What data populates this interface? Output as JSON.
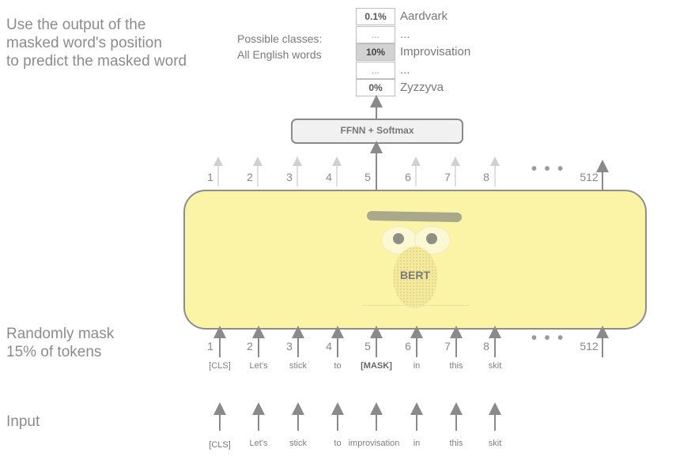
{
  "captions": {
    "top": "Use the output of the\nmasked word's position\nto predict the masked word",
    "mask": "Randomly mask\n15% of tokens",
    "input": "Input"
  },
  "classes_label": "Possible classes:\nAll English words",
  "output_probs": [
    {
      "prob": "0.1%",
      "word": "Aardvark"
    },
    {
      "prob": "...",
      "word": "..."
    },
    {
      "prob": "10%",
      "word": "Improvisation"
    },
    {
      "prob": "...",
      "word": "..."
    },
    {
      "prob": "0%",
      "word": "Zyzzyva"
    }
  ],
  "ffnn_label": "FFNN + Softmax",
  "model_label": "BERT",
  "positions": [
    "1",
    "2",
    "3",
    "4",
    "5",
    "6",
    "7",
    "8"
  ],
  "ellipsis": "• • •",
  "last_position": "512",
  "masked_tokens": [
    "[CLS]",
    "Let's",
    "stick",
    "to",
    "[MASK]",
    "in",
    "this",
    "skit"
  ],
  "input_tokens": [
    "[CLS]",
    "Let's",
    "stick",
    "to",
    "improvisation",
    "in",
    "this",
    "skit"
  ],
  "colors": {
    "model_fill": "#fbf3a6",
    "border": "#8d8d8d",
    "highlight": "#d2d2d2"
  }
}
